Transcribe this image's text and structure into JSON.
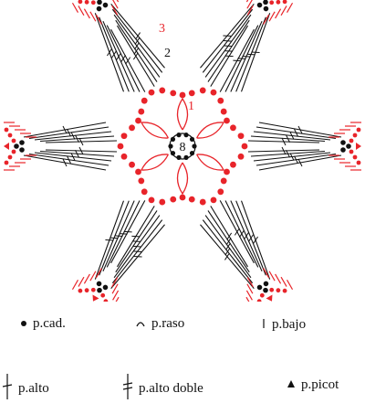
{
  "colors": {
    "red": "#e8242a",
    "black": "#111111"
  },
  "diagram": {
    "center_label": "8",
    "round_labels": [
      "1",
      "2",
      "3"
    ],
    "petal_count": 6
  },
  "legend": [
    {
      "icon": "chain-dot-icon",
      "label": "p.cad."
    },
    {
      "icon": "slip-stitch-arc-icon",
      "label": "p.raso"
    },
    {
      "icon": "single-crochet-tick-icon",
      "label": "p.bajo"
    },
    {
      "icon": "double-crochet-icon",
      "label": "p.alto"
    },
    {
      "icon": "treble-crochet-icon",
      "label": "p.alto doble"
    },
    {
      "icon": "picot-triangle-icon",
      "label": "p.picot"
    }
  ]
}
